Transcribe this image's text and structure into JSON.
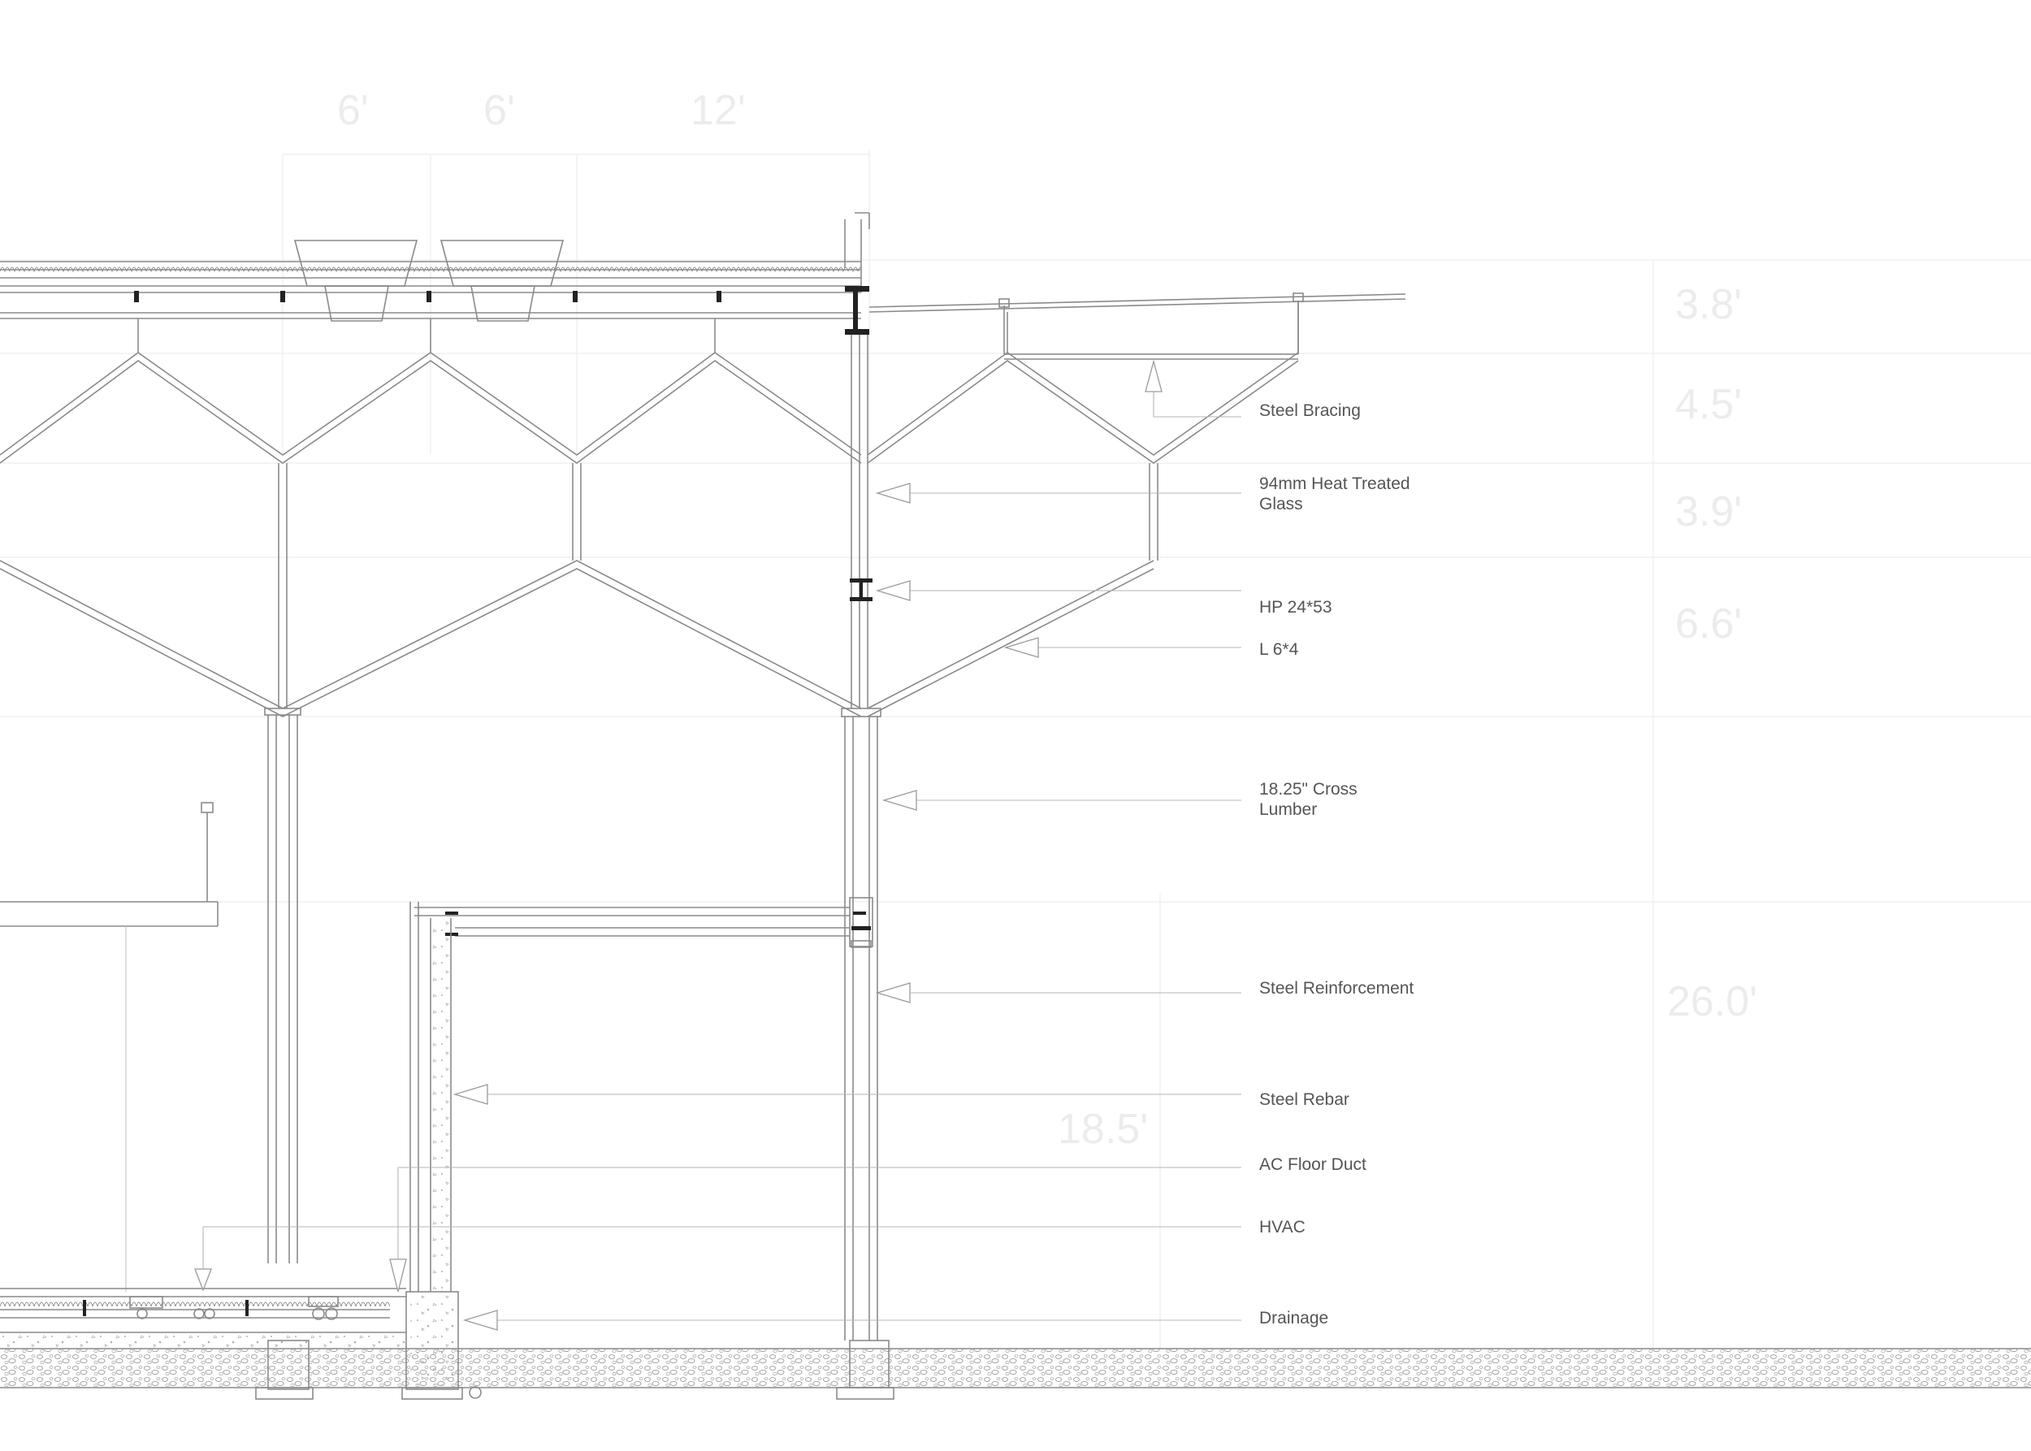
{
  "dimensions_top": [
    "6'",
    "6'",
    "12'"
  ],
  "dimensions_right": [
    "3.8'",
    "4.5'",
    "3.9'",
    "6.6'",
    "26.0'"
  ],
  "dimension_inner": "18.5'",
  "callouts": [
    {
      "id": "steel-bracing",
      "lines": [
        "Steel Bracing"
      ]
    },
    {
      "id": "glass",
      "lines": [
        "94mm Heat Treated",
        "Glass"
      ]
    },
    {
      "id": "hp",
      "lines": [
        "HP 24*53"
      ]
    },
    {
      "id": "angle",
      "lines": [
        "L 6*4"
      ]
    },
    {
      "id": "cross-lumber",
      "lines": [
        "18.25\" Cross",
        "Lumber"
      ]
    },
    {
      "id": "steel-reinforcement",
      "lines": [
        "Steel Reinforcement"
      ]
    },
    {
      "id": "steel-rebar",
      "lines": [
        "Steel Rebar"
      ]
    },
    {
      "id": "ac-floor-duct",
      "lines": [
        "AC Floor Duct"
      ]
    },
    {
      "id": "hvac",
      "lines": [
        "HVAC"
      ]
    },
    {
      "id": "drainage",
      "lines": [
        "Drainage"
      ]
    }
  ]
}
